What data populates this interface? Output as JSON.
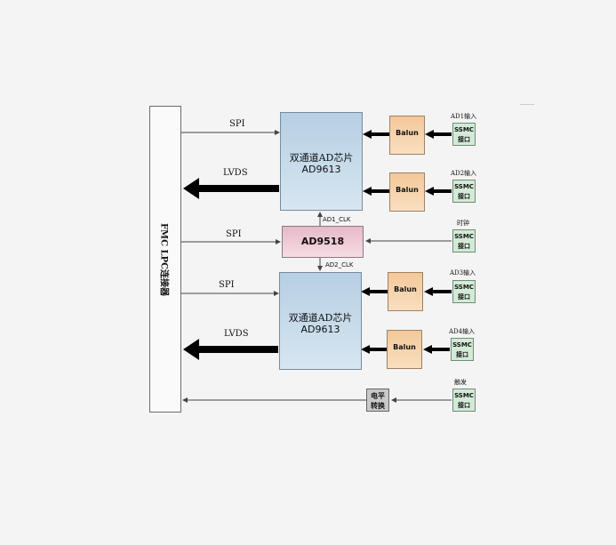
{
  "fmc": {
    "label": "FMC LPC连接器"
  },
  "adc_top": {
    "line1": "双通道AD芯片",
    "line2": "AD9613"
  },
  "adc_bottom": {
    "line1": "双通道AD芯片",
    "line2": "AD9613"
  },
  "clock_chip": {
    "label": "AD9518"
  },
  "balun_label": "Balun",
  "ssmc": {
    "line1": "SSMC",
    "line2": "接口"
  },
  "level_shift": {
    "line1": "电平",
    "line2": "转换"
  },
  "labels": {
    "spi_top": "SPI",
    "lvds_top": "LVDS",
    "spi_mid": "SPI",
    "spi_bottom": "SPI",
    "lvds_bottom": "LVDS",
    "ad1_clk": "AD1_CLK",
    "ad2_clk": "AD2_CLK"
  },
  "inputs": {
    "ad1": "AD1输入",
    "ad2": "AD2输入",
    "clock": "时钟",
    "ad3": "AD3输入",
    "ad4": "AD4输入",
    "trigger": "触发"
  }
}
